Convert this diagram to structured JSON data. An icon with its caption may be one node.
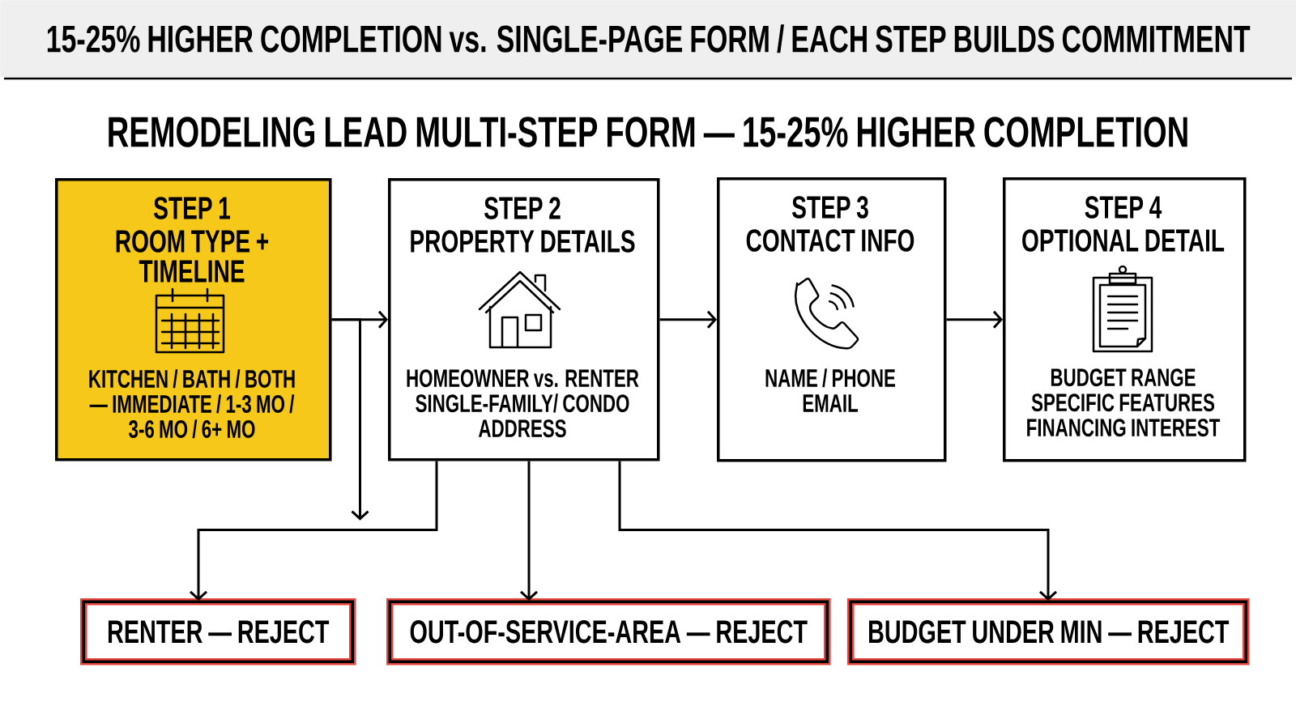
{
  "diagram": {
    "title": "REMODELING LEAD MULTI-STEP FORM — 15-25% HIGHER COMPLETION",
    "nodes": [
      {
        "text": [
          "15-25% HIGHER COMPLETION vs. SINGLE-PAGE FORM / EACH STEP BUILDS COMMITMENT"
        ]
      },
      {
        "text": [
          "STEP 1",
          "ROOM TYPE + TIMELINE",
          "KITCHEN / BATH / BOTH — IMMEDIATE / 1-3 MO / 3-6 MO / 6+ MO"
        ]
      },
      {
        "text": [
          "STEP 2",
          "PROPERTY DETAILS",
          "HOMEOWNER vs. RENTER SINGLE-FAMILY/ CONDO ADDRESS"
        ]
      },
      {
        "text": [
          "STEP 3",
          "CONTACT INFO",
          "NAME / PHONE EMAIL"
        ]
      },
      {
        "text": [
          "STEP 4",
          "OPTIONAL DETAIL",
          "BUDGET RANGE SPECIFIC FEATURES FINANCING INTEREST"
        ]
      },
      {
        "text": [
          "RENTER — REJECT"
        ]
      },
      {
        "text": [
          "OUT-OF-SERVICE-AREA — REJECT"
        ]
      },
      {
        "text": [
          "BUDGET UNDER MIN — REJECT"
        ]
      }
    ],
    "edges": [
      {
        "from": 1,
        "to": 2,
        "arrow": "to"
      },
      {
        "from": 2,
        "to": 3,
        "arrow": "to"
      },
      {
        "from": 3,
        "to": 4,
        "arrow": "to"
      },
      {
        "from": 1,
        "to": null,
        "arrow": "to"
      },
      {
        "from": 2,
        "to": 5,
        "arrow": "to"
      },
      {
        "from": 2,
        "to": 6,
        "arrow": "to"
      },
      {
        "from": 2,
        "to": 7,
        "arrow": "to"
      }
    ]
  }
}
